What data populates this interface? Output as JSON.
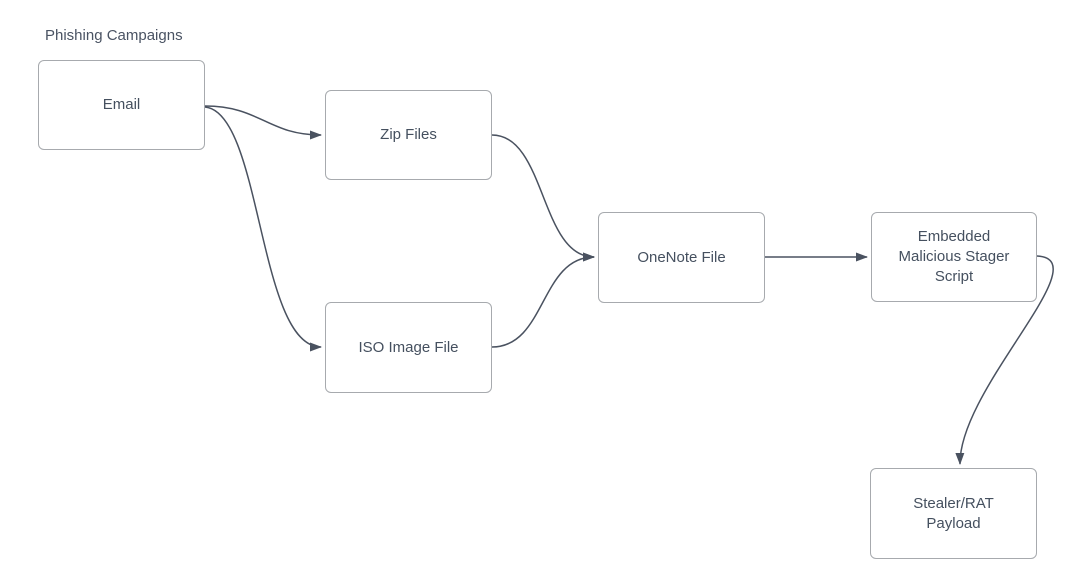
{
  "diagram": {
    "caption": "Phishing Campaigns",
    "nodes": [
      {
        "id": "email",
        "label": "Email"
      },
      {
        "id": "zip-files",
        "label": "Zip Files"
      },
      {
        "id": "iso-image-file",
        "label": "ISO Image File"
      },
      {
        "id": "onenote-file",
        "label": "OneNote File"
      },
      {
        "id": "embedded-malicious-stager-script",
        "label": "Embedded Malicious Stager Script"
      },
      {
        "id": "stealer-rat-payload",
        "label": "Stealer/RAT Payload"
      }
    ],
    "edges": [
      {
        "from": "email",
        "to": "zip-files"
      },
      {
        "from": "email",
        "to": "iso-image-file"
      },
      {
        "from": "zip-files",
        "to": "onenote-file"
      },
      {
        "from": "iso-image-file",
        "to": "onenote-file"
      },
      {
        "from": "onenote-file",
        "to": "embedded-malicious-stager-script"
      },
      {
        "from": "embedded-malicious-stager-script",
        "to": "stealer-rat-payload"
      }
    ],
    "colors": {
      "background": "#ffffff",
      "node_fill": "#ffffff",
      "node_border": "#a7aaae",
      "edge": "#4a5260",
      "text": "#45505f"
    }
  }
}
